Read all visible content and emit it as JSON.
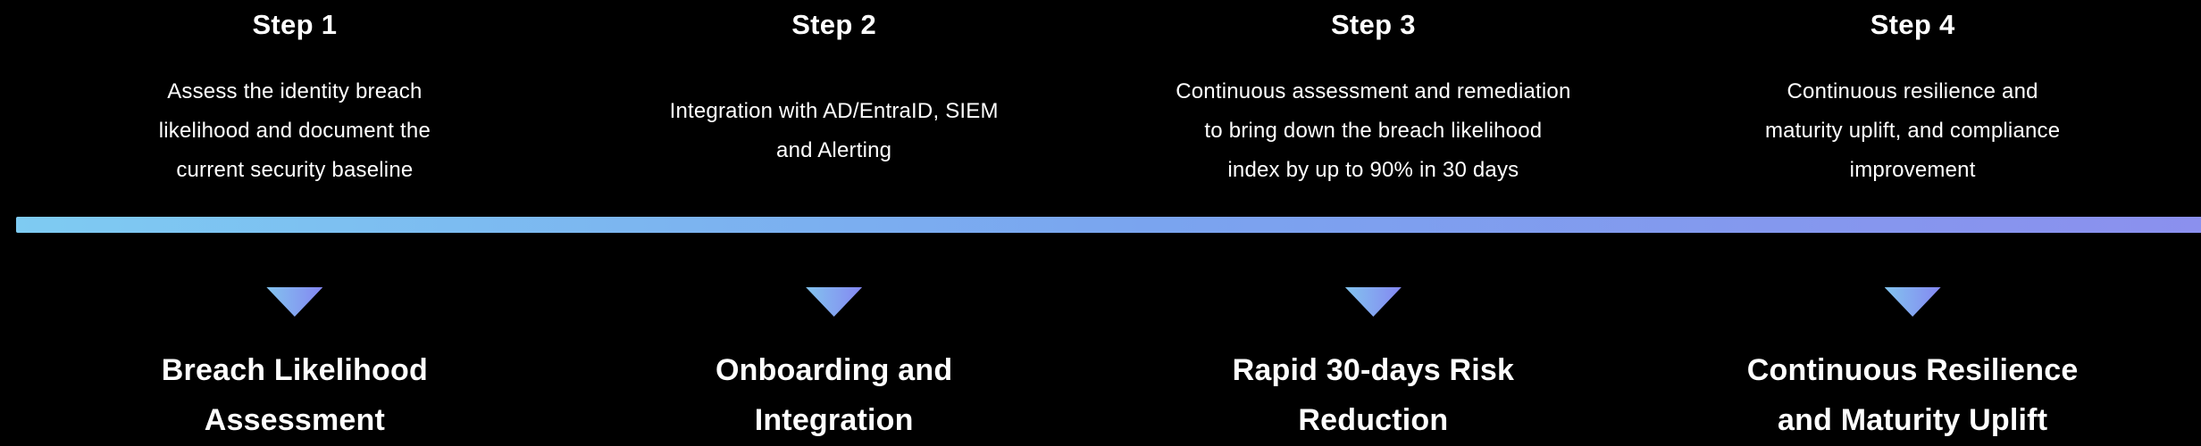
{
  "background_color": "#000000",
  "text_color": "#ffffff",
  "bar": {
    "gradient_start": "#7ecbf2",
    "gradient_mid": "#7aa4ef",
    "gradient_end": "#8b90ee"
  },
  "arrow_icon": {
    "name": "arrow-down-triangle",
    "gradient_start": "#83c4ee",
    "gradient_end": "#8487f2"
  },
  "steps": [
    {
      "header": "Step 1",
      "description": "Assess the identity breach\nlikelihood and document the\ncurrent security baseline",
      "title": "Breach Likelihood\nAssessment"
    },
    {
      "header": "Step 2",
      "description": "Integration with AD/EntraID, SIEM\nand Alerting",
      "title": "Onboarding and\nIntegration"
    },
    {
      "header": "Step 3",
      "description": "Continuous assessment and remediation\nto bring down the breach likelihood\nindex by up to 90% in 30 days",
      "title": "Rapid 30-days Risk\nReduction"
    },
    {
      "header": "Step 4",
      "description": "Continuous resilience and\nmaturity uplift, and compliance\nimprovement",
      "title": "Continuous Resilience\nand Maturity Uplift"
    }
  ]
}
